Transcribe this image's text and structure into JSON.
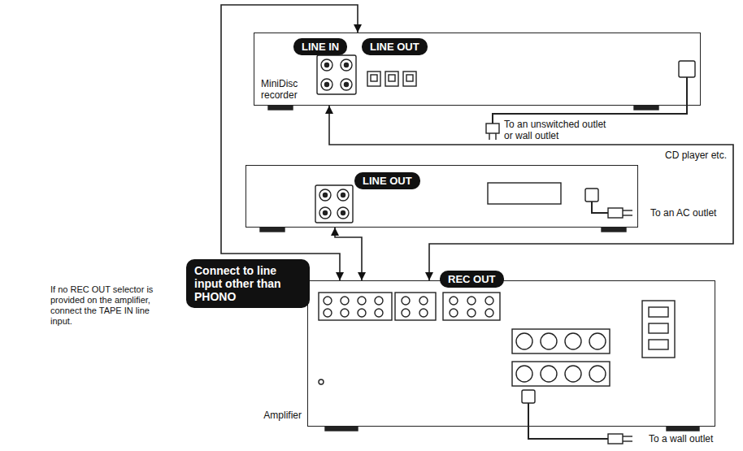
{
  "diagram": {
    "nodes": [
      {
        "text": [
          "MiniDisc recorder"
        ]
      },
      {
        "text": [
          "LINE IN"
        ],
        "in": 0
      },
      {
        "text": [
          "LINE OUT"
        ],
        "in": 0
      },
      {
        "text": [
          "CD player etc."
        ]
      },
      {
        "text": [
          "LINE OUT"
        ],
        "in": 3
      },
      {
        "text": [
          "Amplifier"
        ]
      },
      {
        "text": [
          "Connect to line input other than PHONO"
        ],
        "in": 5
      },
      {
        "text": [
          "REC OUT"
        ],
        "in": 5
      }
    ],
    "edges": [
      {
        "from": 0,
        "to": 5,
        "arrow": "both"
      },
      {
        "from": 3,
        "to": 5,
        "arrow": "both"
      },
      {
        "from": 5,
        "to": 0,
        "arrow": "both"
      }
    ],
    "labels": [
      "To an unswitched outlet or wall outlet",
      "To an AC outlet",
      "If no REC OUT selector is provided on the amplifier, connect the TAPE IN line input.",
      "To a wall outlet"
    ]
  }
}
